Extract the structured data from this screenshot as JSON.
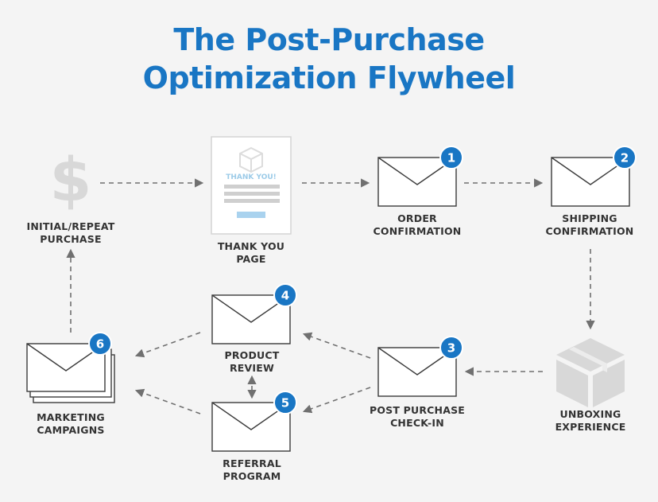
{
  "title": {
    "line1": "The Post-Purchase",
    "line2": "Optimization Flywheel"
  },
  "colors": {
    "title": "#1976c4",
    "badge": "#1976c4",
    "arrow": "#707070",
    "envelope_stroke": "#3a3a3a",
    "faded_icon": "#d8d8d8",
    "label": "#333333"
  },
  "nodes": {
    "purchase": {
      "line1": "INITIAL/REPEAT",
      "line2": "PURCHASE",
      "icon": "dollar-icon"
    },
    "thank_you": {
      "line1": "THANK YOU",
      "line2": "PAGE",
      "icon": "thank-you-page-icon",
      "page_text": "THANK YOU!"
    },
    "order": {
      "line1": "ORDER",
      "line2": "CONFIRMATION",
      "badge": "1",
      "icon": "envelope-icon"
    },
    "shipping": {
      "line1": "SHIPPING",
      "line2": "CONFIRMATION",
      "badge": "2",
      "icon": "envelope-icon"
    },
    "checkin": {
      "line1": "POST PURCHASE",
      "line2": "CHECK-IN",
      "badge": "3",
      "icon": "envelope-icon"
    },
    "review": {
      "line1": "PRODUCT",
      "line2": "REVIEW",
      "badge": "4",
      "icon": "envelope-icon"
    },
    "referral": {
      "line1": "REFERRAL",
      "line2": "PROGRAM",
      "badge": "5",
      "icon": "envelope-icon"
    },
    "marketing": {
      "line1": "MARKETING",
      "line2": "CAMPAIGNS",
      "badge": "6",
      "icon": "envelope-stack-icon"
    },
    "unboxing": {
      "line1": "UNBOXING",
      "line2": "EXPERIENCE",
      "icon": "box-icon"
    }
  }
}
